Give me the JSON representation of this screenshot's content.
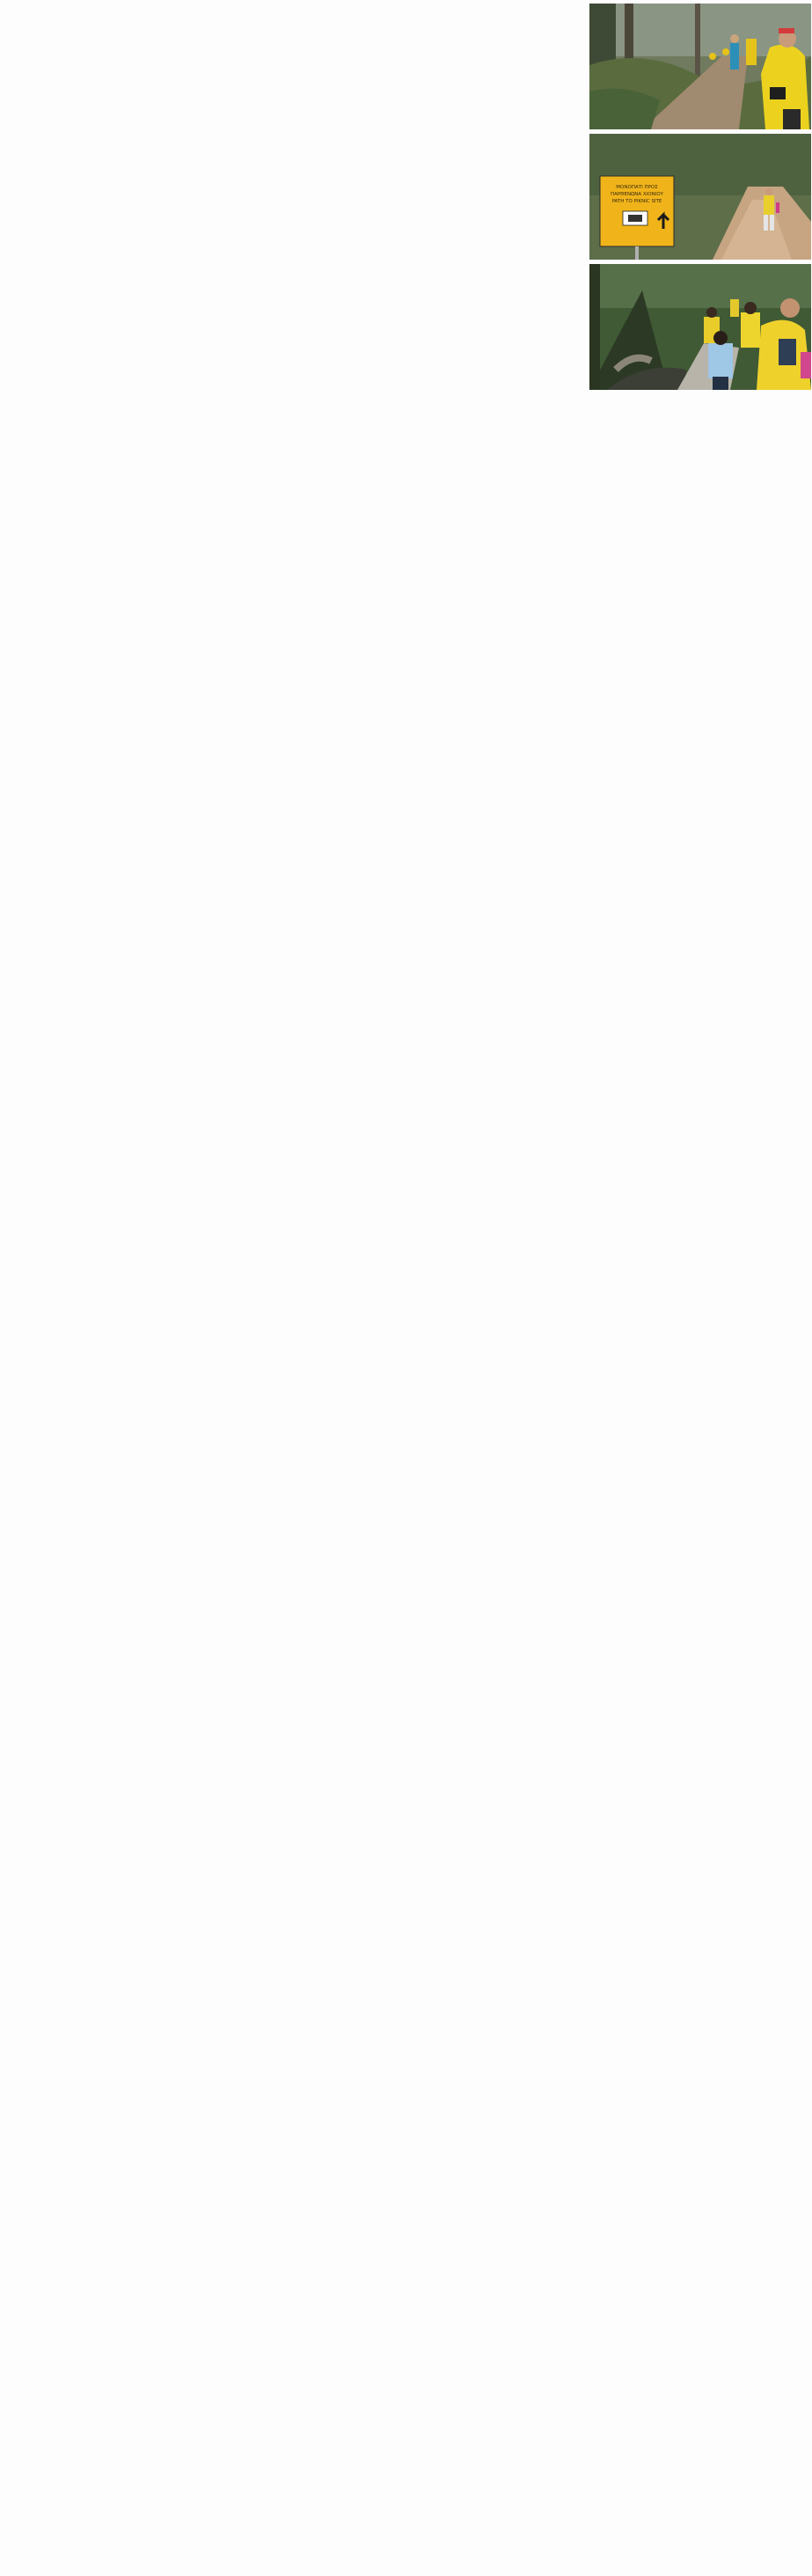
{
  "gallery": {
    "photos": [
      {
        "icon": "forest-trail-hikers-photo-icon"
      },
      {
        "icon": "trail-sign-photo-icon",
        "sign_lines": [
          "ΜΟΝΟΠΑΤΙ ΠΡΟΣ",
          "ΠΑΡΘΕΝΩΝΑ ΧΙΟΝΙΟΥ",
          "PATH TO PIKNIC SITE"
        ]
      },
      {
        "icon": "hikers-descending-forest-photo-icon"
      }
    ]
  }
}
